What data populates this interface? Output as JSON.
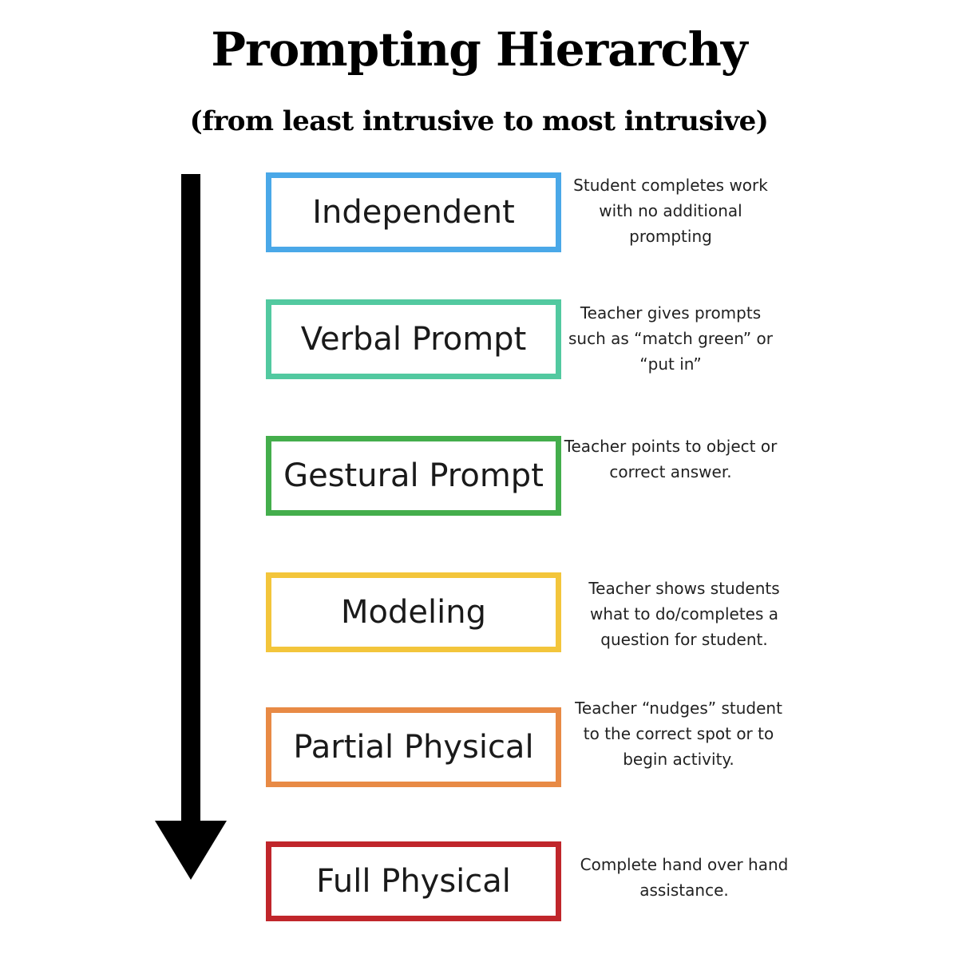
{
  "title": "Prompting Hierarchy",
  "subtitle": "(from least intrusive to most intrusive)",
  "levels": [
    {
      "label": "Independent",
      "color": "#4aa8e8",
      "description": "Student completes work with no additional prompting"
    },
    {
      "label": "Verbal Prompt",
      "color": "#52c9a0",
      "description": "Teacher gives prompts such as “match green” or “put in”"
    },
    {
      "label": "Gestural Prompt",
      "color": "#44ae4c",
      "description": "Teacher points to object or correct answer."
    },
    {
      "label": "Modeling",
      "color": "#f3c53b",
      "description": "Teacher shows students what to do/completes a question for student."
    },
    {
      "label": "Partial Physical",
      "color": "#e88a45",
      "description": "Teacher “nudges” student to the correct spot or to begin activity."
    },
    {
      "label": "Full Physical",
      "color": "#c0262b",
      "description": "Complete hand over hand assistance."
    }
  ],
  "arrow": {
    "color": "#000000",
    "direction": "down"
  }
}
